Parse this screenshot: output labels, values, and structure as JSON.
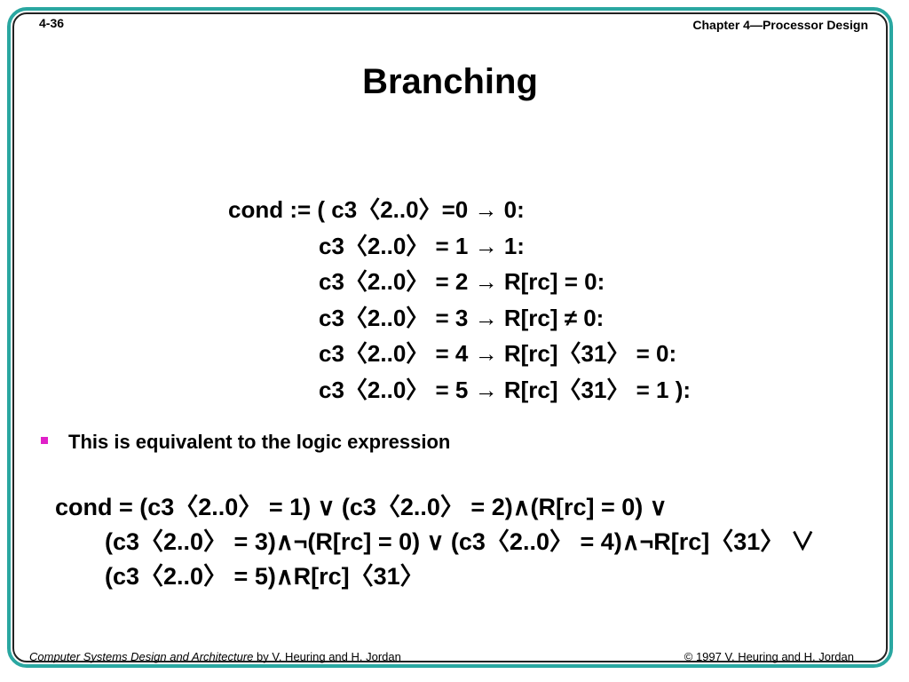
{
  "header": {
    "slide_number": "4-36",
    "chapter": "Chapter 4—Processor Design"
  },
  "title": "Branching",
  "cond_lines": [
    "cond := ( c3〈2..0〉=0 → 0:",
    "c3〈2..0〉 = 1 → 1:",
    "c3〈2..0〉 = 2 → R[rc] = 0:",
    "c3〈2..0〉 = 3 → R[rc] ≠ 0:",
    "c3〈2..0〉 = 4 → R[rc]〈31〉 = 0:",
    "c3〈2..0〉 = 5 → R[rc]〈31〉 = 1 ):"
  ],
  "bullet": {
    "text": "This is equivalent to the logic expression",
    "color": "#e020c8"
  },
  "expression_lines": [
    "cond = (c3〈2..0〉 = 1) ∨ (c3〈2..0〉 = 2)∧(R[rc] = 0) ∨",
    "(c3〈2..0〉 = 3)∧¬(R[rc] = 0) ∨ (c3〈2..0〉 = 4)∧¬R[rc]〈31〉 ∨",
    "(c3〈2..0〉 = 5)∧R[rc]〈31〉"
  ],
  "footer": {
    "book_title": "Computer Systems Design and Architecture",
    "authors": " by V. Heuring and H. Jordan",
    "copyright": "© 1997 V. Heuring and H. Jordan"
  },
  "colors": {
    "frame_outer": "#2aa7a1",
    "frame_inner": "#222222"
  }
}
